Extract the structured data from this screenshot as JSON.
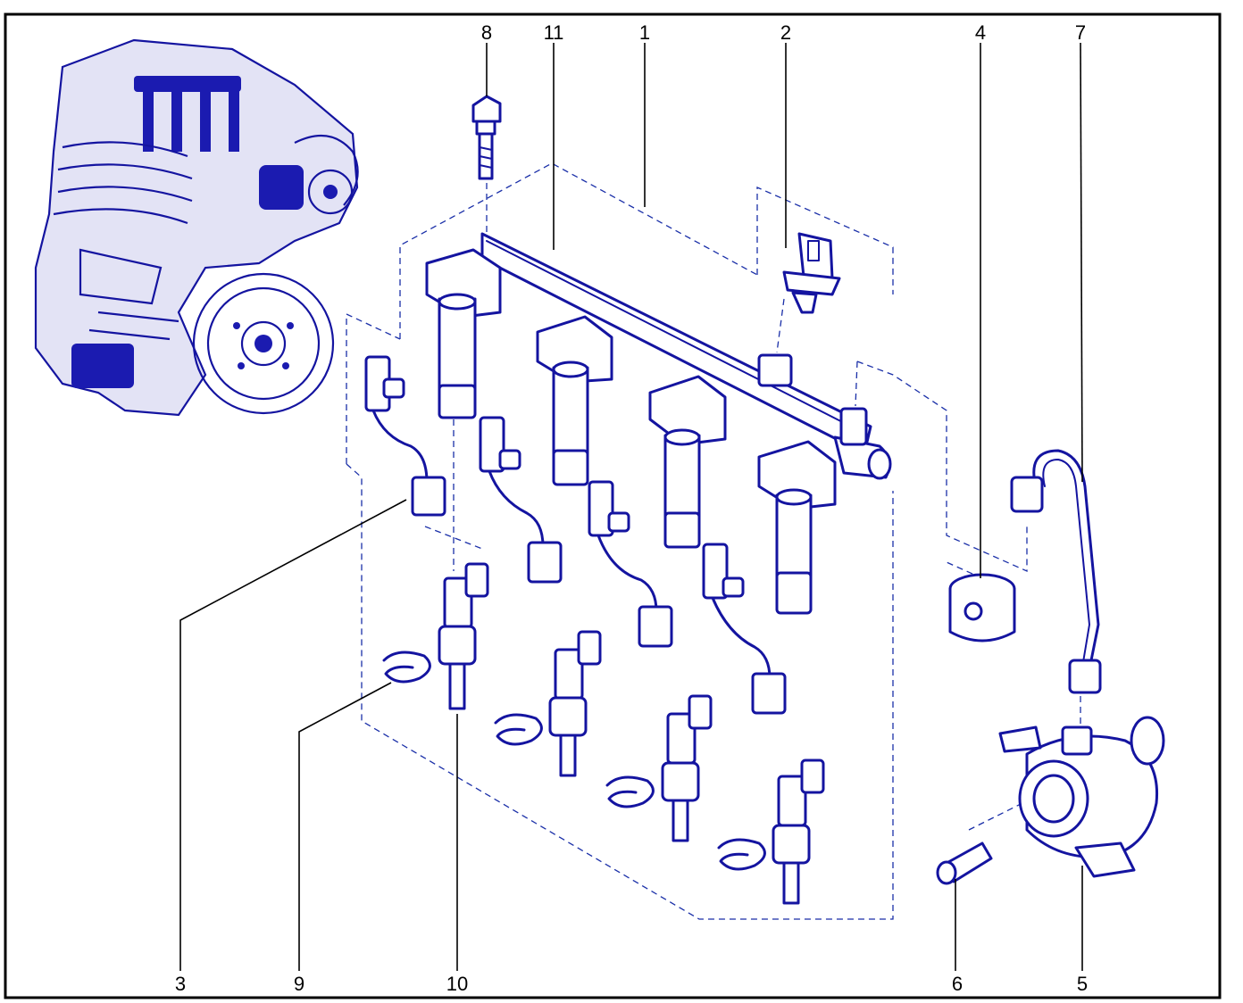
{
  "diagram": {
    "callouts_top": [
      {
        "id": "8",
        "label": "8"
      },
      {
        "id": "11",
        "label": "11"
      },
      {
        "id": "1",
        "label": "1"
      },
      {
        "id": "2",
        "label": "2"
      },
      {
        "id": "4",
        "label": "4"
      },
      {
        "id": "7",
        "label": "7"
      }
    ],
    "callouts_bottom": [
      {
        "id": "3",
        "label": "3"
      },
      {
        "id": "9",
        "label": "9"
      },
      {
        "id": "10",
        "label": "10"
      },
      {
        "id": "6",
        "label": "6"
      },
      {
        "id": "5",
        "label": "5"
      }
    ]
  },
  "colors": {
    "line_art": "#1414a0",
    "engine_fill": "#1b1bb0",
    "frame": "#000000",
    "background": "#ffffff"
  }
}
